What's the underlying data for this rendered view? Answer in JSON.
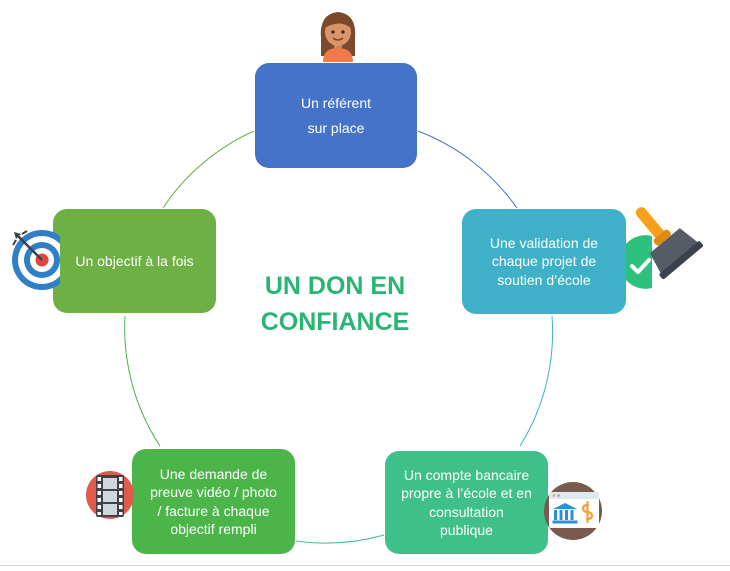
{
  "title": "UN DON EN\nCONFIANCE",
  "colors": {
    "title": "#2bb574",
    "referent": "#4573c7",
    "validation": "#3eb1c8",
    "compte": "#3fbf8a",
    "demande": "#4cb54a",
    "objectif": "#6db043"
  },
  "nodes": {
    "referent": "Un référent\nsur place",
    "validation": "Une validation de\nchaque projet de\nsoutien d’école",
    "compte": "Un compte bancaire\npropre à l’école et en\nconsultation\npublique",
    "demande": "Une demande de\npreuve vidéo / photo\n/ facture à chaque\nobjectif rempli",
    "objectif": "Un objectif à la fois"
  },
  "icons": {
    "referent": "woman-avatar-icon",
    "validation": "approval-stamp-icon",
    "compte": "bank-statement-icon",
    "demande": "film-strip-icon",
    "objectif": "target-arrow-icon"
  }
}
